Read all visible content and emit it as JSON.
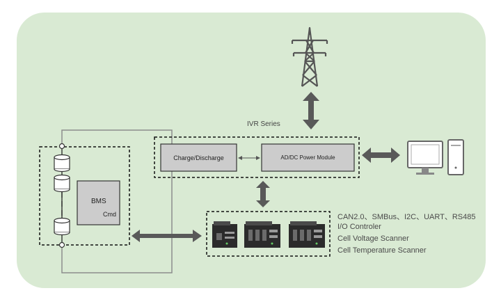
{
  "group_title": "IVR Series",
  "charge_discharge_label": "Charge/Discharge",
  "power_module_label": "AD/DC Power Module",
  "bms_label": "BMS",
  "bms_sub_label": "Cmd",
  "protocols": [
    "CAN2.0、SMBus、I2C、UART、RS485",
    "I/O Controler",
    "Cell Voltage Scanner",
    "Cell Temperature Scanner"
  ],
  "icons": {
    "grid": "power-tower-icon",
    "computer": "desktop-computer-icon",
    "battery": "battery-cell-icon",
    "devices": "hardware-module-icon"
  },
  "colors": {
    "background_panel": "#d9ead3",
    "box_fill": "#cccccc",
    "arrow": "#595959",
    "device": "#2b2b2b"
  }
}
